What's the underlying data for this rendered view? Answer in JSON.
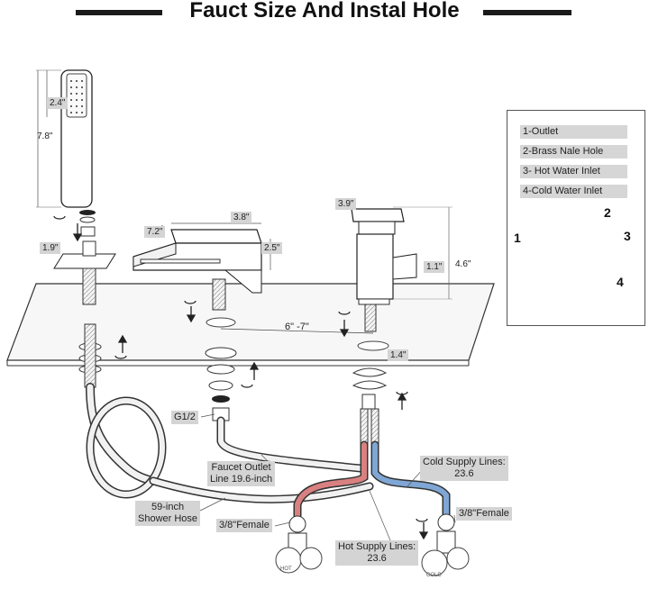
{
  "title": "Fauct Size And Instal Hole",
  "dimensions": {
    "handshower_head_width": "2.4\"",
    "handshower_height": "7.8\"",
    "holder_width": "1.9\"",
    "spout_top_width": "3.8\"",
    "spout_depth": "7.2\"",
    "spout_height": "2.5\"",
    "handle_width": "3.9\"",
    "handle_height": "4.6\"",
    "handle_lever": "1.1\"",
    "hole_spacing": "6\" -7\"",
    "hole_diameter": "1.4\""
  },
  "labels": {
    "g_thread": "G1/2",
    "faucet_outlet_line_1": "Faucet Outlet",
    "faucet_outlet_line_2": "Line 19.6-inch",
    "shower_hose_1": "59-inch",
    "shower_hose_2": "Shower Hose",
    "female_left": "3/8\"Female",
    "female_right": "3/8\"Female",
    "cold_supply_1": "Cold Supply Lines:",
    "cold_supply_2": "23.6",
    "hot_supply_1": "Hot Supply Lines:",
    "hot_supply_2": "23.6",
    "valve_hot": "HOT",
    "valve_cold": "COLD"
  },
  "legend": {
    "items": [
      "1-Outlet",
      "2-Brass Nale Hole",
      "3- Hot Water Inlet",
      "4-Cold Water Inlet"
    ],
    "numbers": [
      "1",
      "2",
      "3",
      "4"
    ]
  },
  "colors": {
    "hot_line": "#d98080",
    "cold_line": "#7fa6d4",
    "accent_green": "#6ecf3c",
    "label_bg": "#d4d4d4"
  }
}
